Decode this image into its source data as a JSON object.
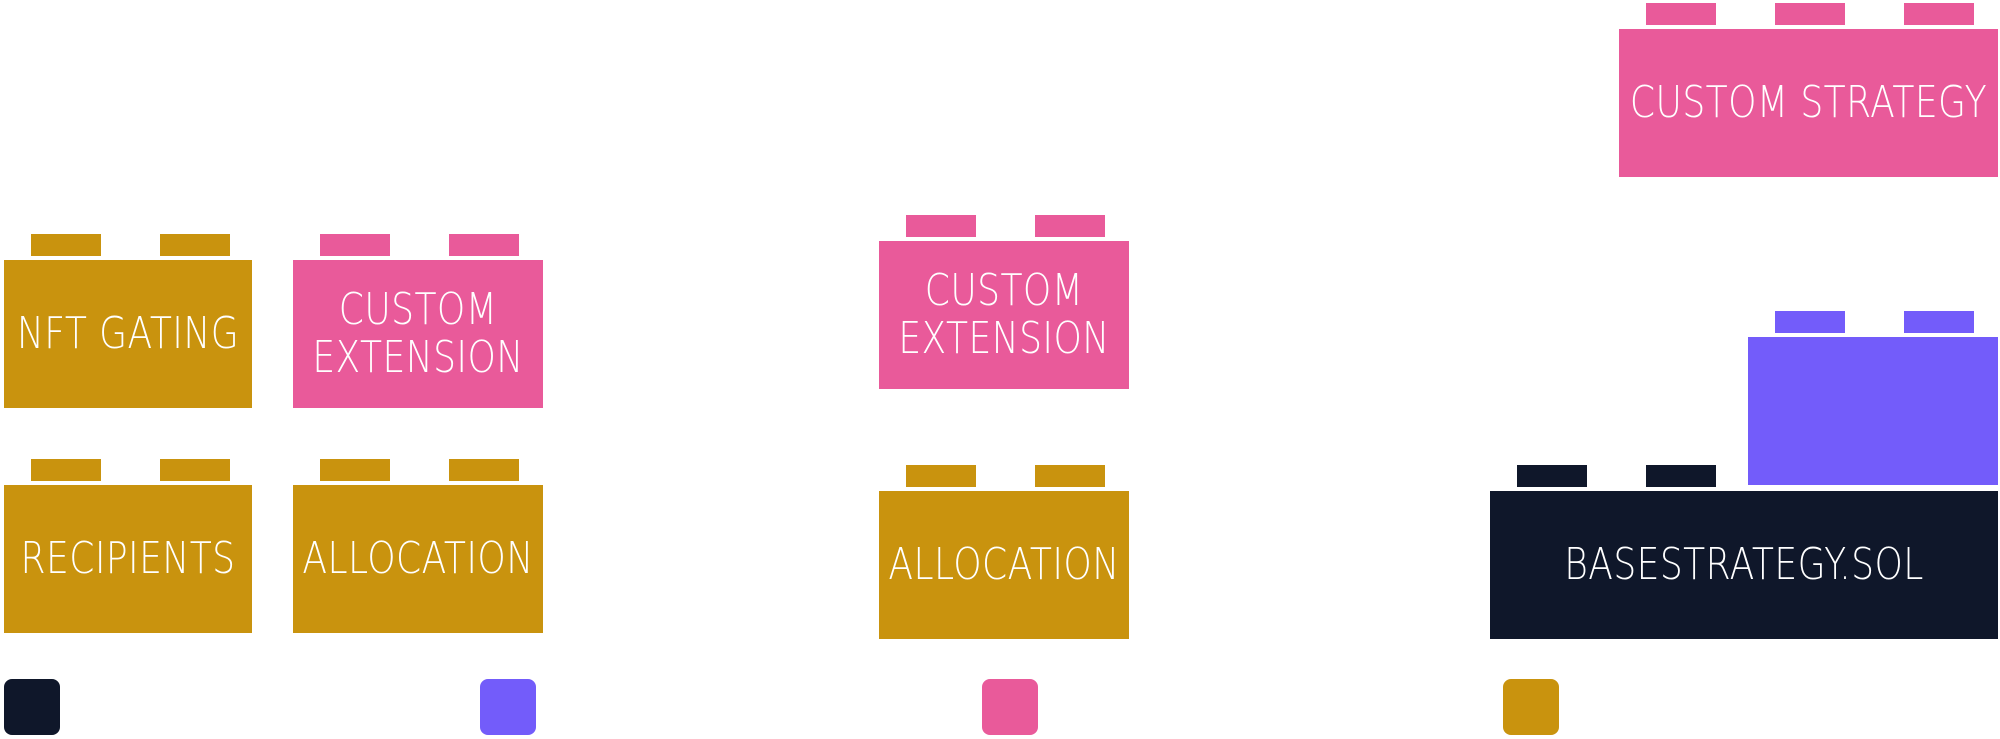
{
  "colors": {
    "base": "#0f172a",
    "purple": "#735cfa",
    "pink": "#e95a9a",
    "gold": "#c9930e"
  },
  "bricks": {
    "nft_gating": {
      "label": "NFT GATING"
    },
    "custom_extension_1": {
      "line1": "CUSTOM",
      "line2": "EXTENSION"
    },
    "recipients": {
      "label": "RECIPIENTS"
    },
    "allocation_1": {
      "label": "ALLOCATION"
    },
    "custom_extension_2": {
      "line1": "CUSTOM",
      "line2": "EXTENSION"
    },
    "allocation_2": {
      "label": "ALLOCATION"
    },
    "custom_strategy": {
      "label": "CUSTOM STRATEGY"
    },
    "purple_block": {
      "label": ""
    },
    "base_strategy": {
      "label": "BASESTRATEGY.SOL"
    }
  },
  "legend": {
    "swatches": [
      "base",
      "purple",
      "pink",
      "gold"
    ]
  }
}
